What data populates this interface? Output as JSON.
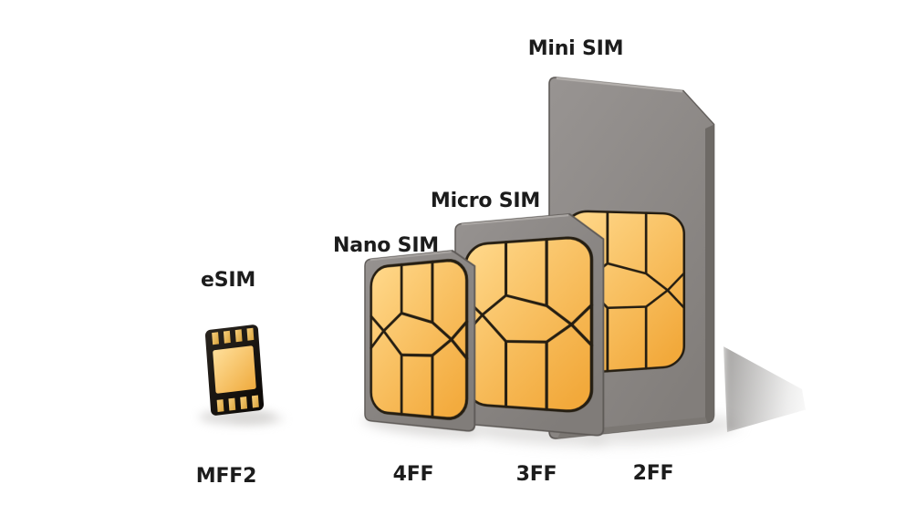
{
  "sims": [
    {
      "id": "esim",
      "label": "eSIM",
      "form_factor": "MFF2"
    },
    {
      "id": "nano",
      "label": "Nano SIM",
      "form_factor": "4FF"
    },
    {
      "id": "micro",
      "label": "Micro SIM",
      "form_factor": "3FF"
    },
    {
      "id": "mini",
      "label": "Mini SIM",
      "form_factor": "2FF"
    }
  ],
  "colors": {
    "background": "#ffffff",
    "card_gray_light": "#969290",
    "card_gray": "#8d8986",
    "card_gray_edge": "#6e6a66",
    "gold_light": "#ffd98c",
    "gold_dark": "#f2a93b",
    "chip_black": "#17130f",
    "outline_dark": "#251e12",
    "label_text": "#1c1c1c"
  }
}
